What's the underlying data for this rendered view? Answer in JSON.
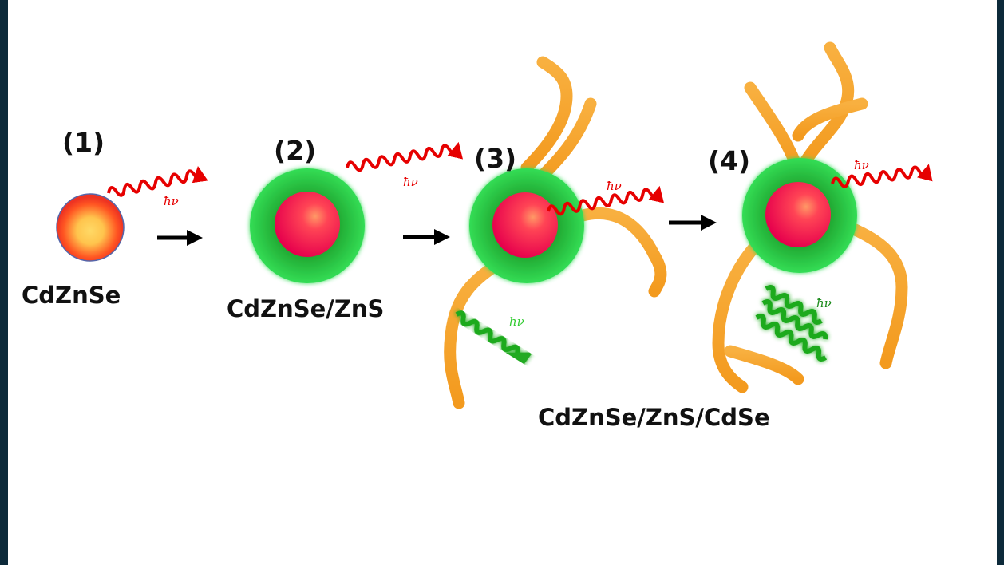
{
  "steps": [
    {
      "number": "(1)",
      "compound": "CdZnSe"
    },
    {
      "number": "(2)",
      "compound": "CdZnSe/ZnS"
    },
    {
      "number": "(3)",
      "compound": ""
    },
    {
      "number": "(4)",
      "compound": ""
    }
  ],
  "shared_compound": "CdZnSe/ZnS/CdSe",
  "photon_symbol": "ħν",
  "colors": {
    "red_photon": "#e60000",
    "green_photon": "#33cc33",
    "shell_green": "#22cc33",
    "core_red": "#ee1144",
    "strand_orange": "#f6a623",
    "frame_border": "#0d2a3a"
  },
  "icons": [
    "nanocrystal-core-icon",
    "core-shell-icon",
    "photon-wave-icon",
    "arrow-right-icon",
    "ligand-strand-icon"
  ]
}
